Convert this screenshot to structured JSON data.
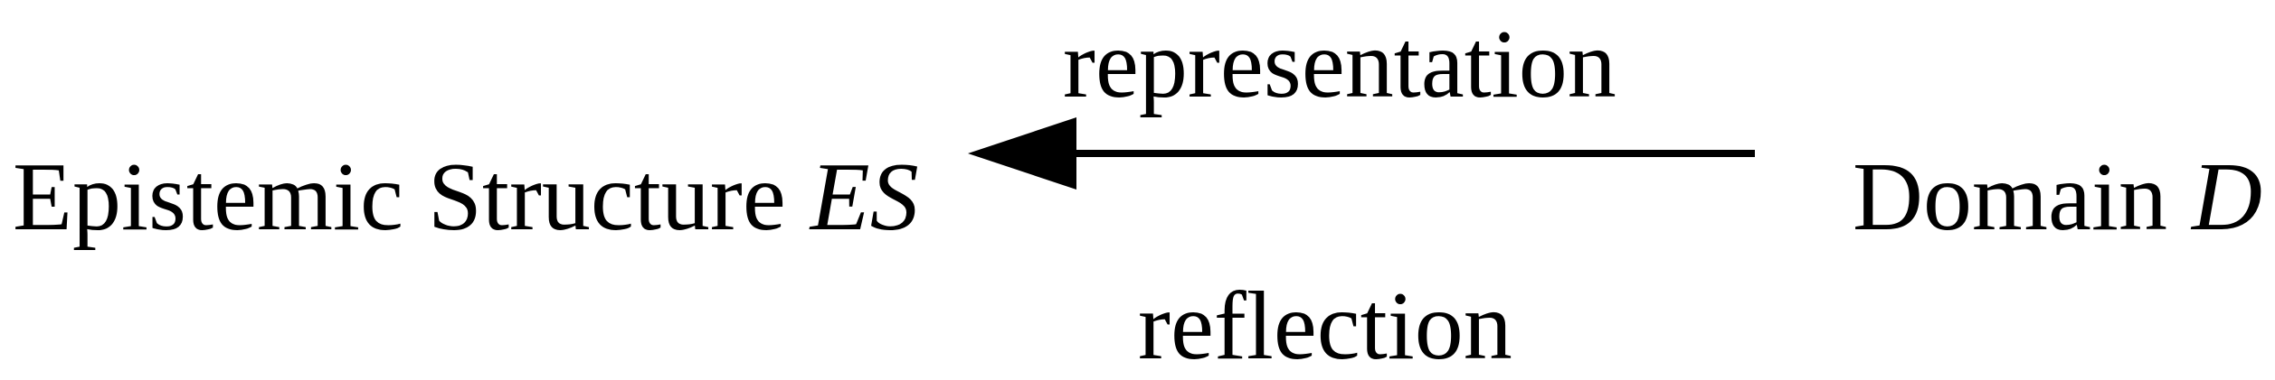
{
  "diagram": {
    "edge": {
      "label_top": "representation",
      "label_bottom": "reflection",
      "direction": "right-to-left"
    },
    "left_node": {
      "text": "Epistemic Structure",
      "symbol": "ES"
    },
    "right_node": {
      "text": "Domain",
      "symbol": "D"
    }
  }
}
